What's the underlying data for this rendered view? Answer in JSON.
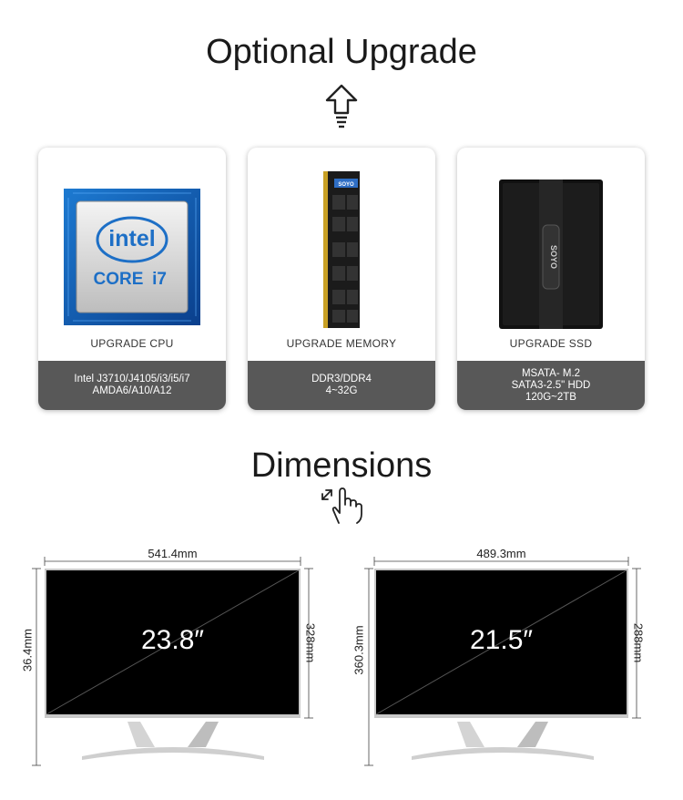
{
  "upgrade": {
    "title": "Optional Upgrade",
    "icon": "up-arrow-bulb-icon",
    "cards": [
      {
        "caption": "UPGRADE CPU",
        "lines": [
          "Intel J3710/J4105/i3/i5/i7",
          "AMDA6/A10/A12"
        ],
        "brand": "intel",
        "model": "CORE",
        "tier": "i7"
      },
      {
        "caption": "UPGRADE MEMORY",
        "lines": [
          "DDR3/DDR4",
          "4~32G"
        ],
        "brand": "SOYO"
      },
      {
        "caption": "UPGRADE SSD",
        "lines": [
          "MSATA- M.2",
          "SATA3-2.5\" HDD",
          "120G~2TB"
        ],
        "brand": "SOYO"
      }
    ]
  },
  "dimensions": {
    "title": "Dimensions",
    "icon": "hand-resize-icon",
    "monitors": [
      {
        "width": "541.4mm",
        "height": "328mm",
        "total_height": "36.4mm",
        "size": "23.8″"
      },
      {
        "width": "489.3mm",
        "height": "288mm",
        "total_height": "360.3mm",
        "size": "21.5″"
      }
    ]
  },
  "colors": {
    "band": "#585858",
    "screen": "#000000",
    "accent": "#1a63b8"
  }
}
